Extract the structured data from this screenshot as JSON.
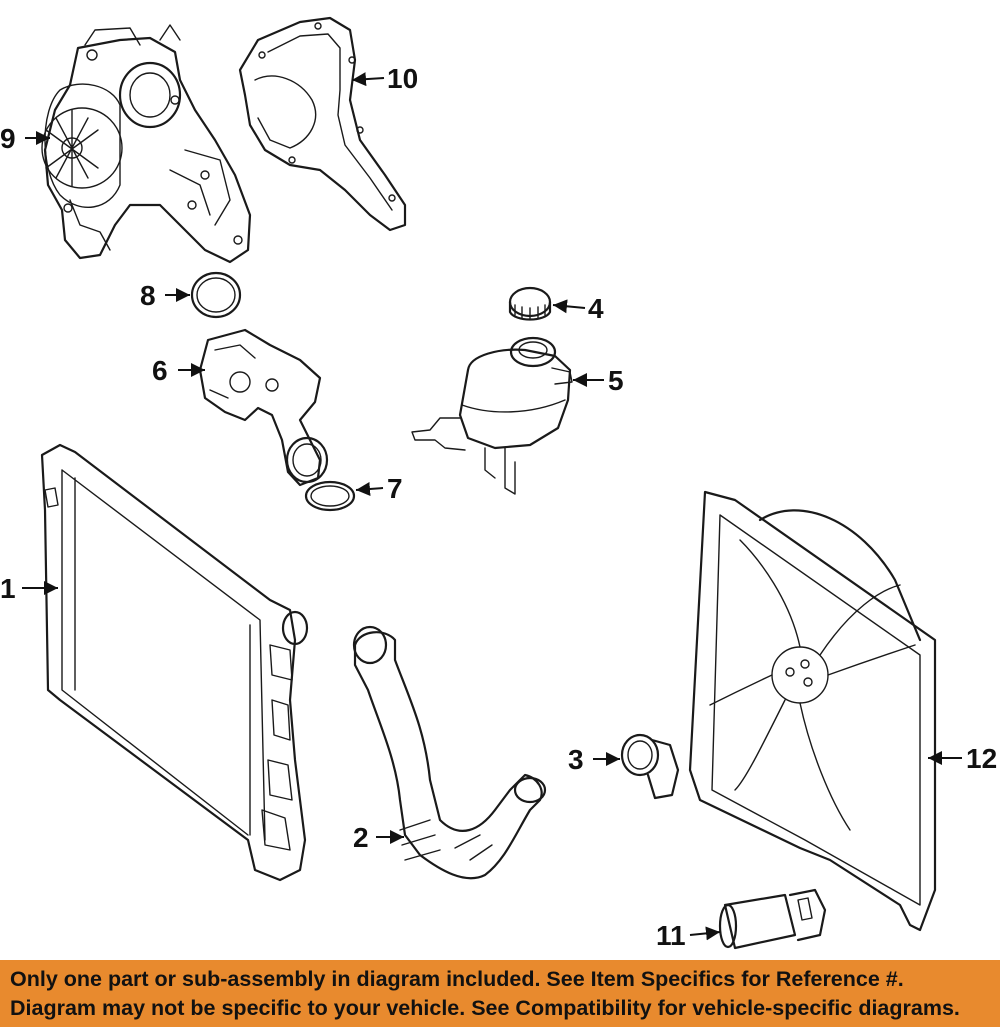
{
  "callouts": {
    "c1": "1",
    "c2": "2",
    "c3": "3",
    "c4": "4",
    "c5": "5",
    "c6": "6",
    "c7": "7",
    "c8": "8",
    "c9": "9",
    "c10": "10",
    "c11": "11",
    "c12": "12"
  },
  "footer": {
    "line1": "Only one part or sub-assembly in diagram included. See Item Specifics for Reference #.",
    "line2": "Diagram may not be specific to your vehicle. See Compatibility for vehicle-specific diagrams."
  },
  "colors": {
    "banner": "#e88a2e",
    "line": "#1a1a1a",
    "text": "#111111"
  }
}
